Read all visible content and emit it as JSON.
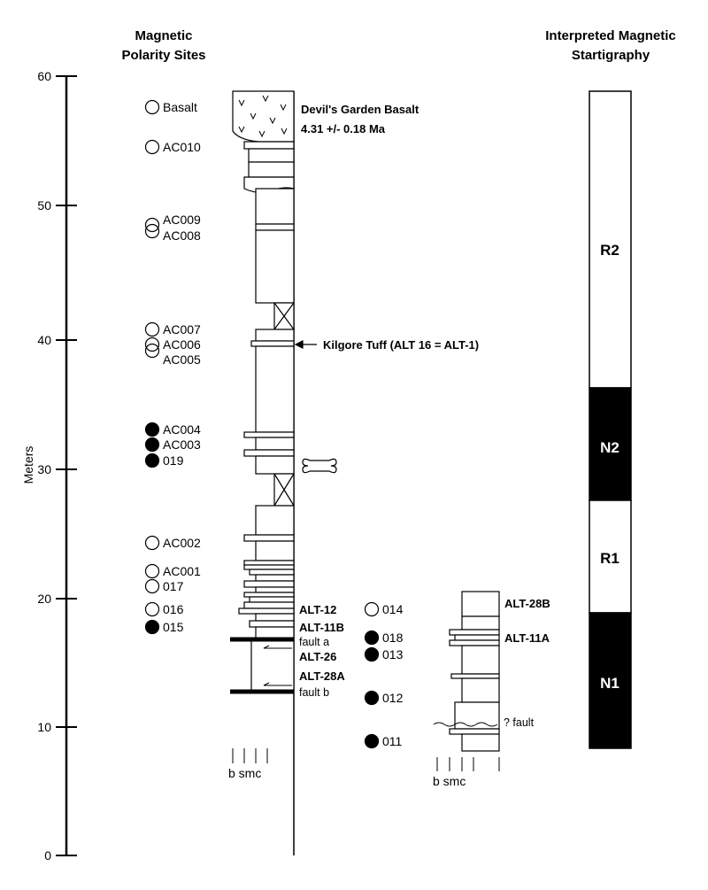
{
  "headers": {
    "sites": [
      "Magnetic",
      "Polarity Sites"
    ],
    "interp": [
      "Interpreted Magnetic",
      "Startigraphy"
    ]
  },
  "axis": {
    "label": "Meters",
    "ticks": [
      "0",
      "10",
      "20",
      "30",
      "40",
      "50",
      "60"
    ]
  },
  "sites": [
    {
      "label": "Basalt",
      "fill": "open"
    },
    {
      "label": "AC010",
      "fill": "open"
    },
    {
      "label": "AC009",
      "fill": "open"
    },
    {
      "label": "AC008",
      "fill": "open"
    },
    {
      "label": "AC007",
      "fill": "open"
    },
    {
      "label": "AC006",
      "fill": "open"
    },
    {
      "label": "AC005",
      "fill": "open"
    },
    {
      "label": "AC004",
      "fill": "filled"
    },
    {
      "label": "AC003",
      "fill": "filled"
    },
    {
      "label": "019",
      "fill": "filled"
    },
    {
      "label": "AC002",
      "fill": "open"
    },
    {
      "label": "AC001",
      "fill": "open"
    },
    {
      "label": "017",
      "fill": "open"
    },
    {
      "label": "016",
      "fill": "open"
    },
    {
      "label": "015",
      "fill": "filled"
    }
  ],
  "sites2": [
    {
      "label": "014",
      "fill": "open"
    },
    {
      "label": "018",
      "fill": "filled"
    },
    {
      "label": "013",
      "fill": "filled"
    },
    {
      "label": "012",
      "fill": "filled"
    },
    {
      "label": "011",
      "fill": "filled"
    }
  ],
  "annotations": {
    "basalt_name": "Devil's Garden Basalt",
    "basalt_age": "4.31 +/- 0.18 Ma",
    "kilgore": "Kilgore Tuff (ALT 16 = ALT-1)",
    "alt12": "ALT-12",
    "alt11b": "ALT-11B",
    "fault_a": "fault a",
    "alt26": "ALT-26",
    "alt28a": "ALT-28A",
    "fault_b": "fault b",
    "alt28b": "ALT-28B",
    "alt11a": "ALT-11A",
    "q_fault": "? fault",
    "grain_scale": "b smc",
    "grain_scale2": "b smc"
  },
  "magnetozones": [
    {
      "label": "R2",
      "polarity": "reversed"
    },
    {
      "label": "N2",
      "polarity": "normal"
    },
    {
      "label": "R1",
      "polarity": "reversed"
    },
    {
      "label": "N1",
      "polarity": "normal"
    }
  ],
  "colors": {
    "ink": "#000000",
    "paper": "#ffffff"
  }
}
